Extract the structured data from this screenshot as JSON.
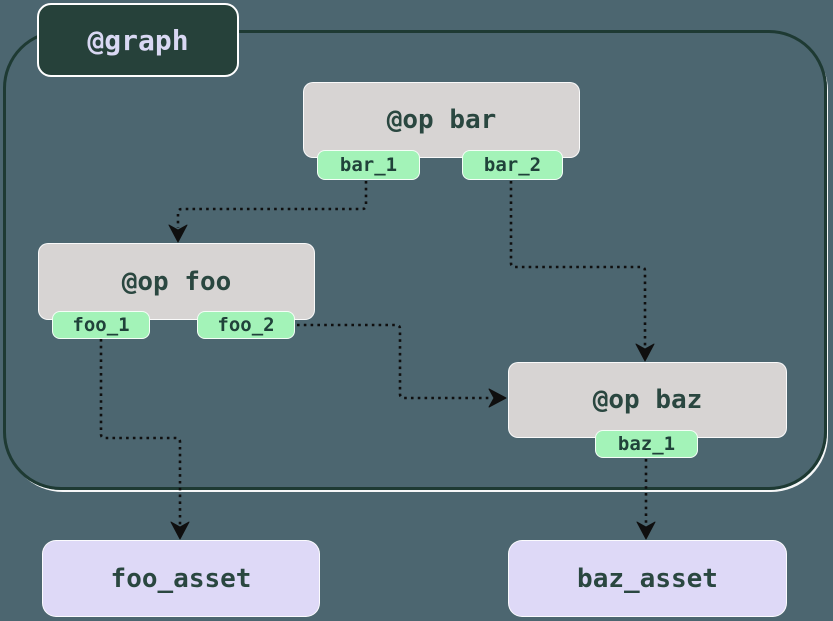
{
  "diagram": {
    "graph_label": "@graph",
    "ops": [
      {
        "id": "bar",
        "label": "@op bar",
        "outputs": [
          "bar_1",
          "bar_2"
        ]
      },
      {
        "id": "foo",
        "label": "@op foo",
        "outputs": [
          "foo_1",
          "foo_2"
        ]
      },
      {
        "id": "baz",
        "label": "@op baz",
        "outputs": [
          "baz_1"
        ]
      }
    ],
    "assets": [
      {
        "id": "foo_asset",
        "label": "foo_asset"
      },
      {
        "id": "baz_asset",
        "label": "baz_asset"
      }
    ],
    "edges": [
      {
        "from": "bar.bar_1",
        "to": "op foo",
        "style": "dotted-arrow"
      },
      {
        "from": "bar.bar_2",
        "to": "op baz",
        "style": "dotted-arrow"
      },
      {
        "from": "foo.foo_2",
        "to": "op baz",
        "style": "dotted-arrow"
      },
      {
        "from": "foo.foo_1",
        "to": "foo_asset",
        "style": "dotted-arrow"
      },
      {
        "from": "baz.baz_1",
        "to": "baz_asset",
        "style": "dotted-arrow"
      }
    ],
    "colors": {
      "background": "#4c6670",
      "graph_border": "#1e3a33",
      "graph_label_bg": "#26413a",
      "graph_label_text": "#d9d8f3",
      "op_bg": "#d7d4d3",
      "op_text": "#2a4740",
      "output_bg": "#a3f3b8",
      "output_text": "#20423a",
      "asset_bg": "#ded9f7",
      "asset_text": "#2a4740",
      "edge": "#0f0f0f",
      "node_outline": "#ffffff"
    }
  }
}
